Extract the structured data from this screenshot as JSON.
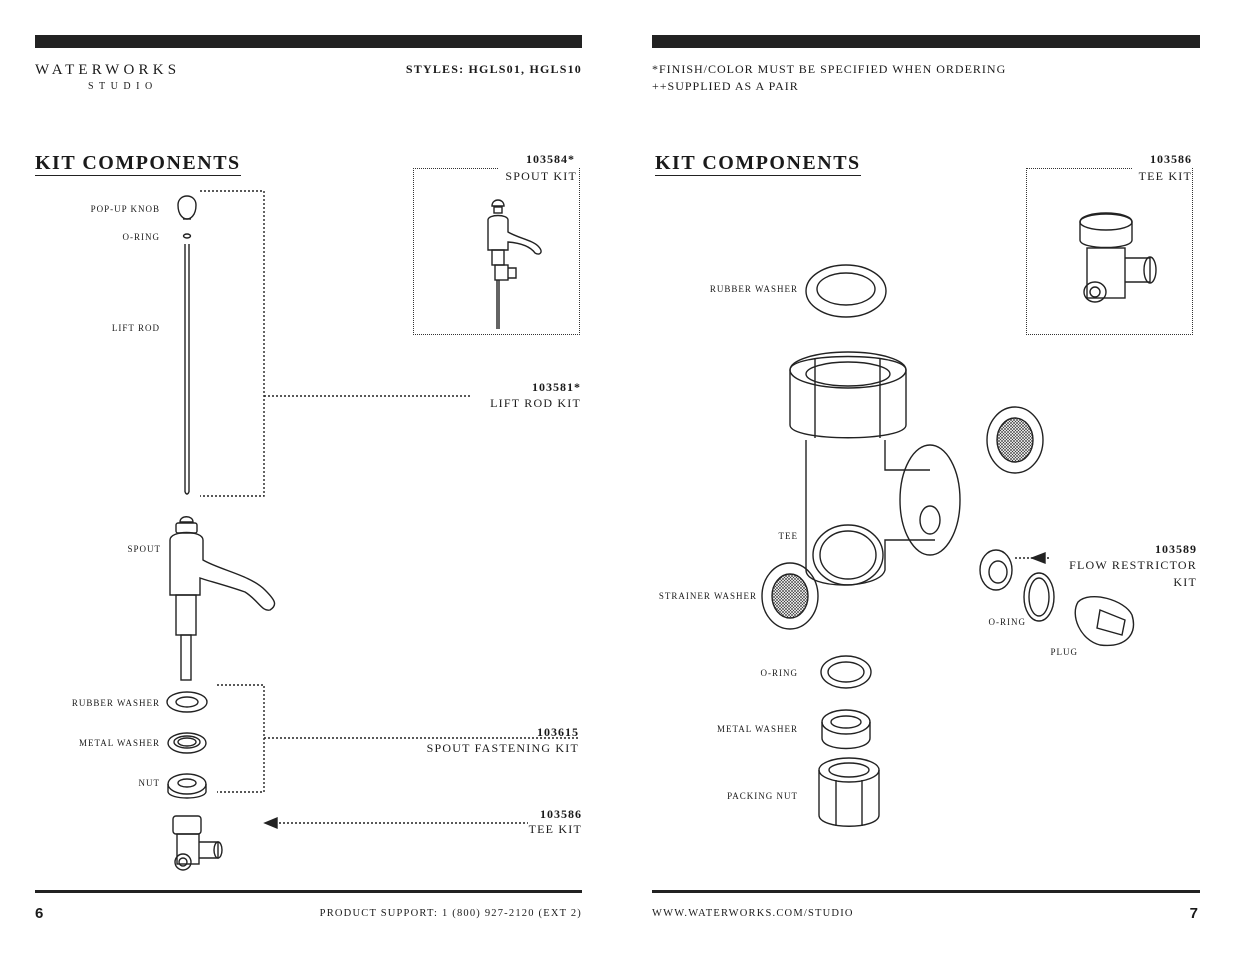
{
  "left_page": {
    "brand": {
      "name": "WATERWORKS",
      "sub": "STUDIO"
    },
    "styles_label": "STYLES:  HGLS01, HGLS10",
    "title": "KIT COMPONENTS",
    "parts": {
      "popup_knob": "POP-UP KNOB",
      "o_ring": "O-RING",
      "lift_rod": "LIFT ROD",
      "spout": "SPOUT",
      "rubber_washer": "RUBBER WASHER",
      "metal_washer": "METAL WASHER",
      "nut": "NUT"
    },
    "kits": {
      "spout_kit": {
        "pn": "103584*",
        "name": "SPOUT KIT"
      },
      "lift_rod_kit": {
        "pn": "103581*",
        "name": "LIFT ROD KIT"
      },
      "fastening_kit": {
        "pn": "103615",
        "name": "SPOUT FASTENING KIT"
      },
      "tee_kit": {
        "pn": "103586",
        "name": "TEE KIT"
      }
    },
    "footer": {
      "page": "6",
      "support": "PRODUCT SUPPORT: 1 (800) 927-2120 (EXT 2)"
    }
  },
  "right_page": {
    "notes": [
      "*FINISH/COLOR MUST BE SPECIFIED WHEN ORDERING",
      "++SUPPLIED AS A PAIR"
    ],
    "title": "KIT COMPONENTS",
    "parts": {
      "rubber_washer": "RUBBER WASHER",
      "tee": "TEE",
      "strainer_washer": "STRAINER WASHER",
      "o_ring_left": "O-RING",
      "metal_washer": "METAL WASHER",
      "packing_nut": "PACKING NUT",
      "o_ring_right": "O-RING",
      "plug": "PLUG"
    },
    "kits": {
      "tee_kit": {
        "pn": "103586",
        "name": "TEE KIT"
      },
      "flow_restrictor": {
        "pn": "103589",
        "name_line1": "FLOW RESTRICTOR",
        "name_line2": "KIT"
      }
    },
    "footer": {
      "url": "WWW.WATERWORKS.COM/STUDIO",
      "page": "7"
    }
  }
}
